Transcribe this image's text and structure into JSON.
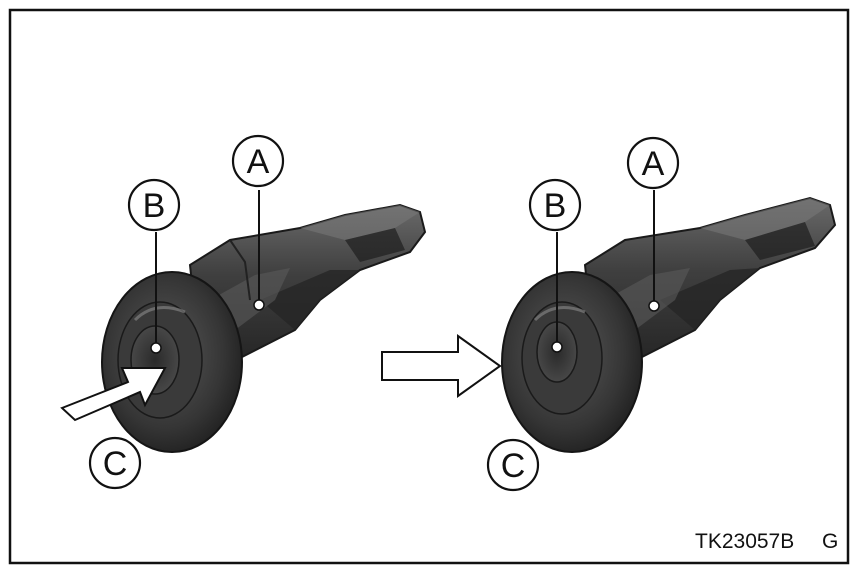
{
  "figure": {
    "left_view": {
      "labels": {
        "a": "A",
        "b": "B",
        "c": "C"
      },
      "parts": [
        "rivet-body",
        "rivet-head",
        "center-pin",
        "push-arrow"
      ]
    },
    "right_view": {
      "labels": {
        "a": "A",
        "b": "B",
        "c": "C"
      },
      "parts": [
        "rivet-body",
        "rivet-head",
        "center-pin"
      ]
    },
    "transition_arrow": "arrow-right-icon",
    "figure_code": "TK23057B",
    "figure_suffix": "G"
  },
  "colors": {
    "rivet_dark": "#2f2f2f",
    "rivet_mid": "#4a4a4a",
    "rivet_light": "#6d6d6d",
    "outline": "#111111",
    "background": "#ffffff"
  }
}
